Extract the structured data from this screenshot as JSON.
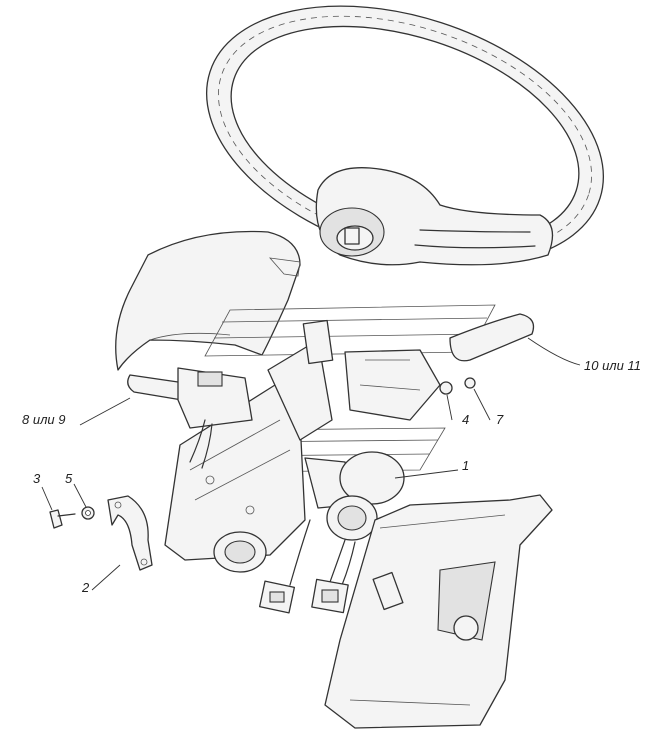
{
  "callouts": {
    "c10": "10 или 11",
    "c8": "8 или 9",
    "c4": "4",
    "c7": "7",
    "c1": "1",
    "c3": "3",
    "c5": "5",
    "c2": "2"
  },
  "colors": {
    "line": "#333333",
    "fill": "#f4f4f4",
    "shade": "#e2e2e2"
  }
}
